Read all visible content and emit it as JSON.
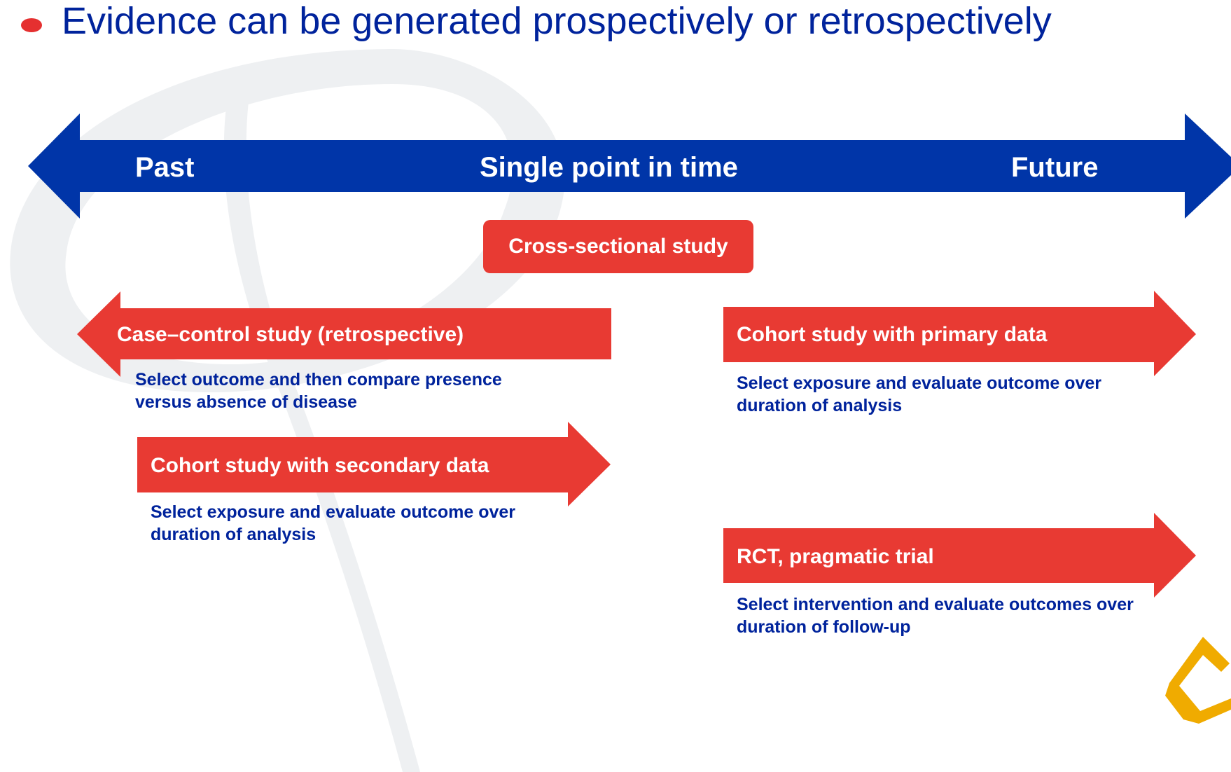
{
  "heading": {
    "text": "Evidence can be generated prospectively or retrospectively"
  },
  "timeline": {
    "past": "Past",
    "present": "Single point in time",
    "future": "Future"
  },
  "studies": {
    "cross_sectional": {
      "label": "Cross-sectional study"
    },
    "case_control": {
      "label": "Case–control study (retrospective)",
      "description": "Select outcome and then compare presence versus absence of disease"
    },
    "cohort_secondary": {
      "label": "Cohort study with secondary data",
      "description": "Select exposure and evaluate outcome over duration of analysis"
    },
    "cohort_primary": {
      "label": "Cohort study with primary data",
      "description": "Select exposure and evaluate outcome over duration of analysis"
    },
    "rct": {
      "label": "RCT, pragmatic trial",
      "description": "Select intervention and evaluate outcomes over duration of follow-up"
    }
  },
  "colors": {
    "timeline_blue": "#0035a8",
    "study_red": "#e83a33",
    "text_blue": "#00239c",
    "logo_yellow": "#f0ab00"
  }
}
